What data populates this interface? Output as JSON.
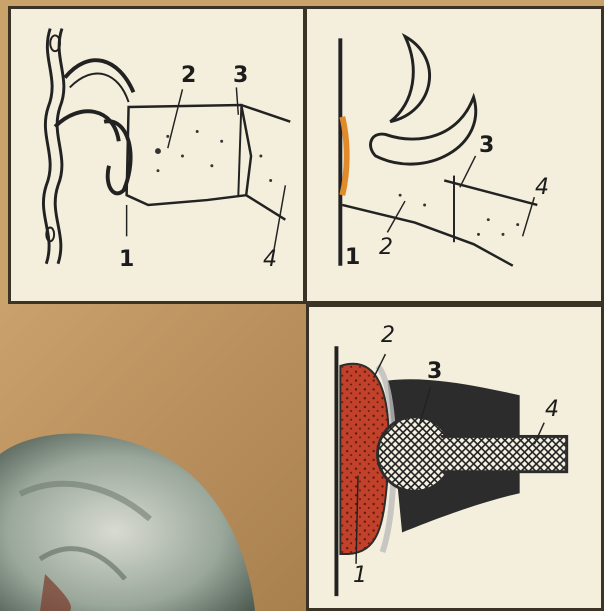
{
  "panel_top_left": {
    "labels": [
      "1",
      "2",
      "3",
      "4"
    ]
  },
  "panel_top_right": {
    "labels": [
      "1",
      "2",
      "3",
      "4"
    ]
  },
  "panel_bottom_right": {
    "labels": [
      "1",
      "2",
      "3",
      "4"
    ]
  },
  "colors": {
    "paper": "#f3efdc",
    "frame": "#3a3326",
    "ink": "#1c1c1c",
    "photo_background": "#c9a36a",
    "tissue_red": "#c2412a",
    "membrane": "#2c2c2c"
  }
}
